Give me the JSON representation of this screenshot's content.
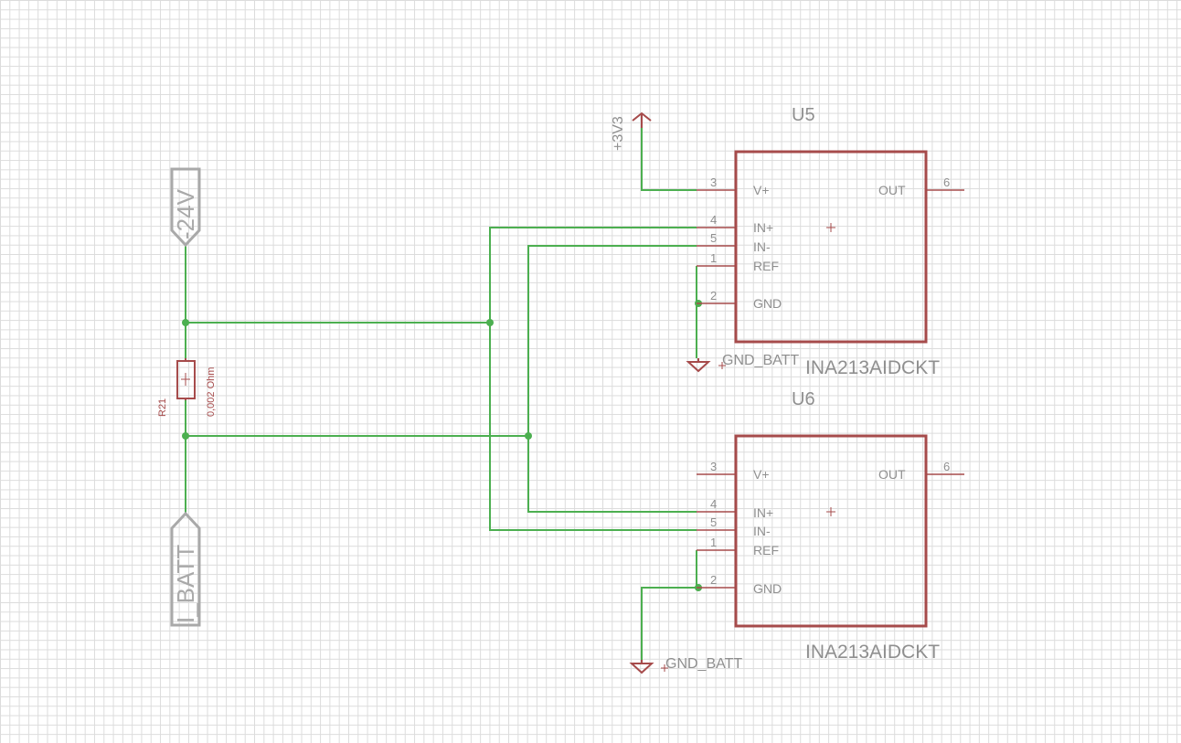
{
  "ports": {
    "top_label": "-24V",
    "bottom_label": "I_BATT"
  },
  "resistor": {
    "name": "R21",
    "value": "0,002 Ohm"
  },
  "supply": {
    "label": "+3V3"
  },
  "ground": {
    "label_u5": "GND_BATT",
    "label_u6": "GND_BATT"
  },
  "u5": {
    "name": "U5",
    "value": "INA213AIDCKT",
    "pins": {
      "vplus": {
        "num": "3",
        "name": "V+"
      },
      "inplus": {
        "num": "4",
        "name": "IN+"
      },
      "inminus": {
        "num": "5",
        "name": "IN-"
      },
      "ref": {
        "num": "1",
        "name": "REF"
      },
      "gnd": {
        "num": "2",
        "name": "GND"
      },
      "out": {
        "num": "6",
        "name": "OUT"
      }
    }
  },
  "u6": {
    "name": "U6",
    "value": "INA213AIDCKT",
    "pins": {
      "vplus": {
        "num": "3",
        "name": "V+"
      },
      "inplus": {
        "num": "4",
        "name": "IN+"
      },
      "inminus": {
        "num": "5",
        "name": "IN-"
      },
      "ref": {
        "num": "1",
        "name": "REF"
      },
      "gnd": {
        "num": "2",
        "name": "GND"
      },
      "out": {
        "num": "6",
        "name": "OUT"
      }
    }
  }
}
